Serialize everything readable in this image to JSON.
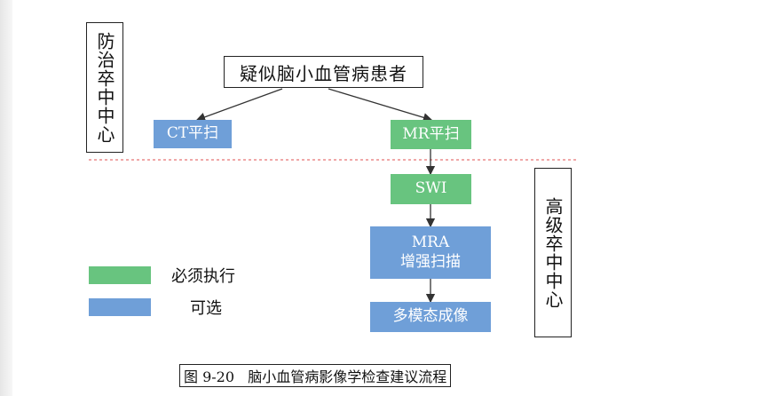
{
  "left_group_label": "防治卒中中心",
  "right_group_label": "高级卒中中心",
  "root": "疑似脑小血管病患者",
  "nodes": {
    "ct": "CT平扫",
    "mr": "MR平扫",
    "swi": "SWI",
    "mra_line1": "MRA",
    "mra_line2": "增强扫描",
    "multimodal": "多模态成像"
  },
  "legend": {
    "required": "必须执行",
    "optional": "可选"
  },
  "colors": {
    "required": "#68c47f",
    "optional": "#6f9fd8",
    "divider": "#e05050"
  },
  "caption": "图 9-20   脑小血管病影像学检查建议流程"
}
